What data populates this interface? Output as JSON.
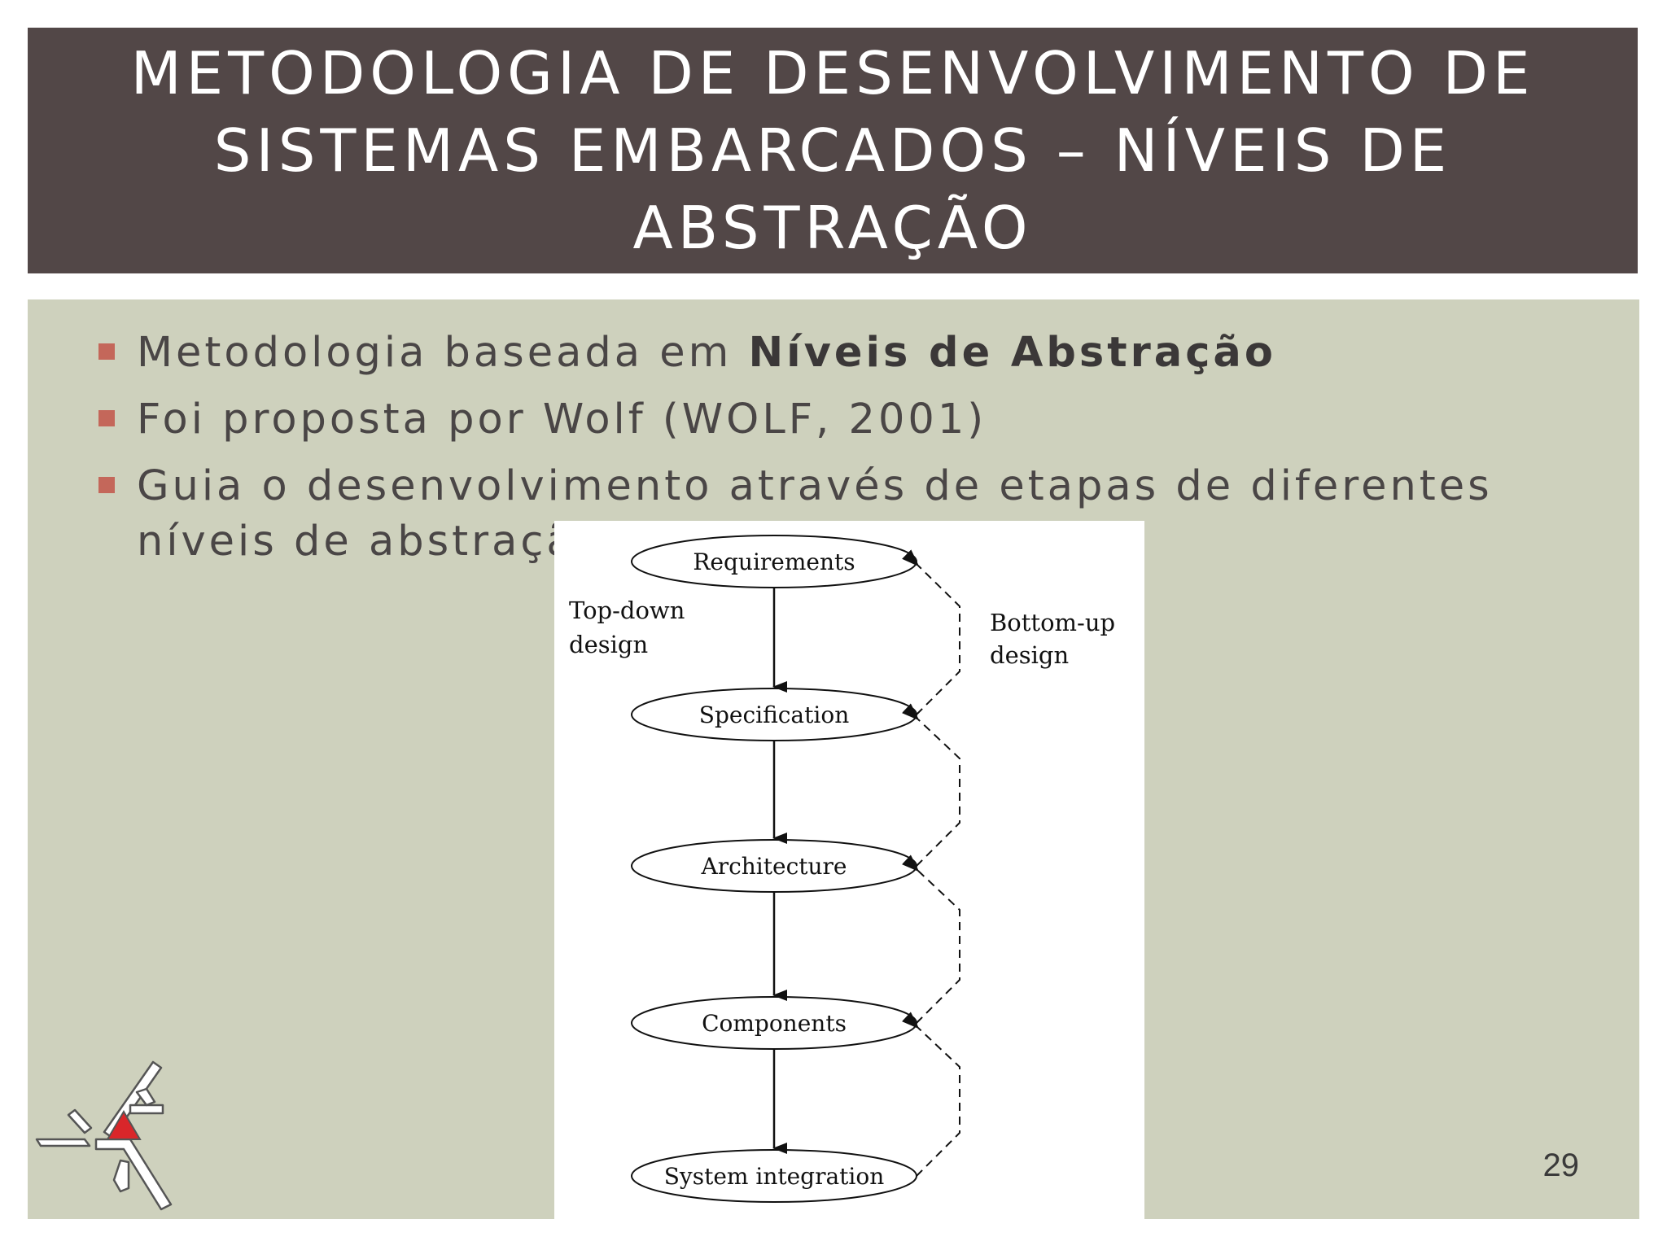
{
  "slide": {
    "title": "METODOLOGIA DE DESENVOLVIMENTO DE SISTEMAS EMBARCADOS – NÍVEIS DE ABSTRAÇÃO",
    "bullets": [
      {
        "text": "Metodologia baseada em ",
        "bold": "Níveis de Abstração"
      },
      {
        "text": "Foi proposta por Wolf (WOLF, 2001)",
        "bold": ""
      },
      {
        "text": "Guia o desenvolvimento através de etapas de diferentes níveis de abstração",
        "bold": ""
      }
    ],
    "page_number": "29"
  },
  "diagram": {
    "nodes": [
      "Requirements",
      "Specification",
      "Architecture",
      "Components",
      "System integration"
    ],
    "top_down_label": [
      "Top-down",
      "design"
    ],
    "bottom_up_label": [
      "Bottom-up",
      "design"
    ]
  },
  "colors": {
    "title_bg": "#524747",
    "panel_bg": "#ced1bd",
    "bullet_marker": "#c4675a",
    "logo_red": "#d9262a"
  }
}
